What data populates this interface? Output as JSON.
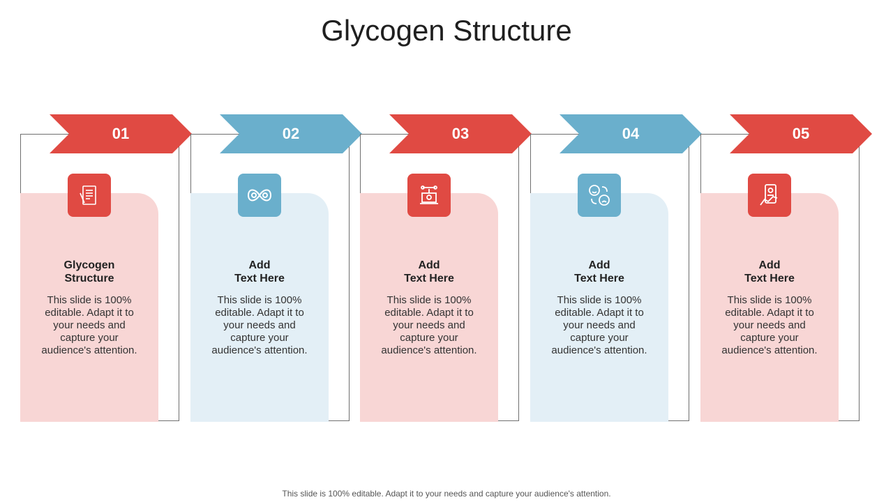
{
  "title": "Glycogen Structure",
  "footer": "This slide is 100% editable. Adapt it to your needs and capture your audience's attention.",
  "colors": {
    "red": "#e04a43",
    "blue": "#6aafcc",
    "red_panel": "#f8d6d5",
    "blue_panel": "#e3eff6"
  },
  "cards": [
    {
      "number": "01",
      "icon": "document-pen-icon",
      "heading_line1": "Glycogen",
      "heading_line2": "Structure",
      "body": "This slide is 100% editable. Adapt it to your needs and capture your audience's attention."
    },
    {
      "number": "02",
      "icon": "infinity-gears-icon",
      "heading_line1": "Add",
      "heading_line2": "Text Here",
      "body": "This slide is 100% editable. Adapt it to your needs and capture your audience's attention."
    },
    {
      "number": "03",
      "icon": "laptop-settings-icon",
      "heading_line1": "Add",
      "heading_line2": "Text Here",
      "body": "This slide is 100% editable. Adapt it to your needs and capture your audience's attention."
    },
    {
      "number": "04",
      "icon": "smiley-feedback-icon",
      "heading_line1": "Add",
      "heading_line2": "Text Here",
      "body": "This slide is 100% editable. Adapt it to your needs and capture your audience's attention."
    },
    {
      "number": "05",
      "icon": "mobile-analytics-icon",
      "heading_line1": "Add",
      "heading_line2": "Text Here",
      "body": "This slide is 100% editable. Adapt it to your needs and capture your audience's attention."
    }
  ]
}
